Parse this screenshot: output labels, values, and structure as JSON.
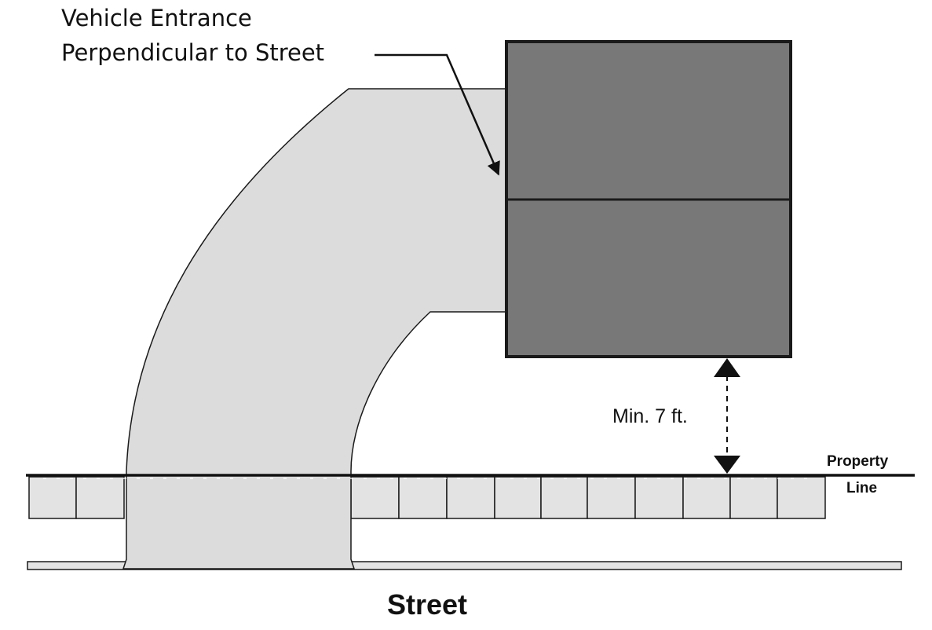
{
  "callout": {
    "line1": "Vehicle Entrance",
    "line2": "Perpendicular to Street"
  },
  "dimension": {
    "label": "Min. 7 ft."
  },
  "property_line": {
    "line1": "Property",
    "line2": "Line"
  },
  "street": {
    "label": "Street"
  },
  "colors": {
    "building": "#787878",
    "driveway": "#dcdcdc",
    "sidewalk": "#e3e3e3",
    "outline": "#1a1a1a"
  }
}
